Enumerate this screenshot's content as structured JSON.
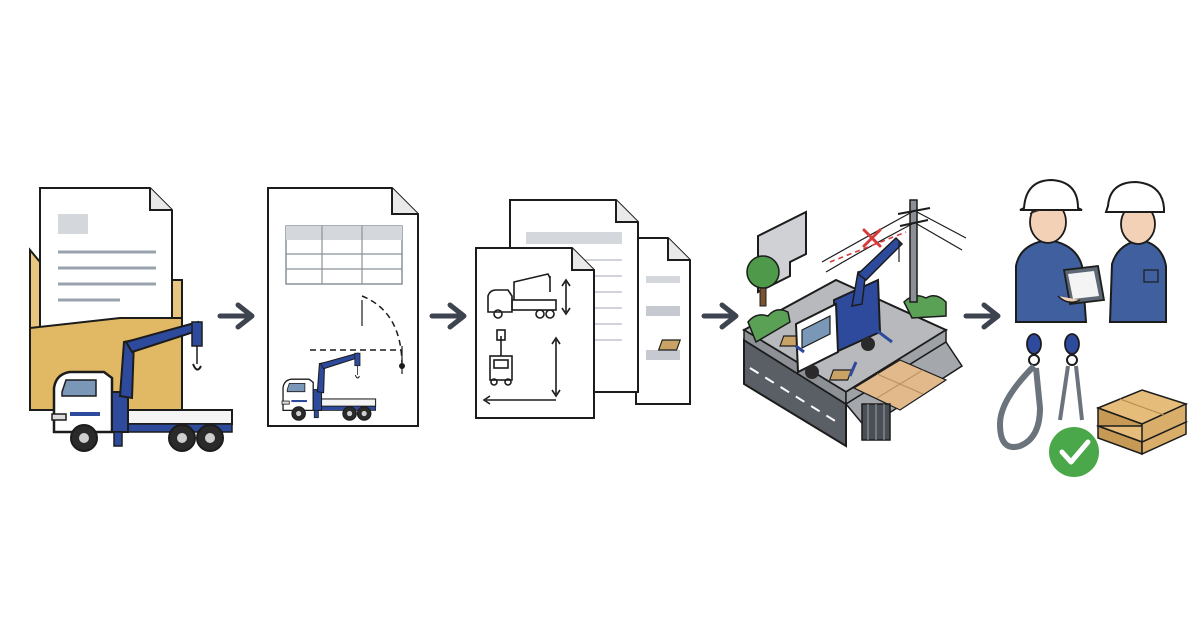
{
  "flow": {
    "steps": [
      {
        "id": "documents",
        "icon": "folder-documents-truck-icon"
      },
      {
        "id": "spec-sheet",
        "icon": "spec-sheet-reach-chart-icon"
      },
      {
        "id": "dimension-drawings",
        "icon": "dimension-drawings-icon"
      },
      {
        "id": "site-plan",
        "icon": "site-layout-icon"
      },
      {
        "id": "safety-check",
        "icon": "workers-equipment-check-icon"
      }
    ],
    "arrow_icon": "right-arrow-icon"
  },
  "colors": {
    "crane_blue": "#2e4a9c",
    "folder_tan": "#e8c67f",
    "arrow": "#3d4450",
    "check_green": "#4aa84a",
    "danger_red": "#d63a3a",
    "hardhat_white": "#ffffff",
    "uniform_blue": "#3f5f9e",
    "wood": "#d8ae6a"
  }
}
